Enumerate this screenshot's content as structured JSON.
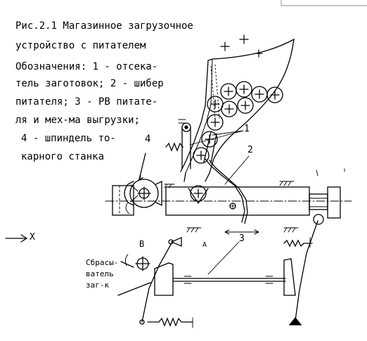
{
  "caption": {
    "title_line1": "Рис.2.1 Магазинное загрузочное",
    "title_line2": "устройство с питателем",
    "legend_lines": [
      "Обозначения: 1 - отсека-",
      "тель заготовок; 2 - шибер",
      "питателя; 3 - РВ питате-",
      "ля и мех-ма выгрузки;",
      "4 - шпиндель то-",
      "карного станка"
    ]
  },
  "callouts": {
    "one": "1",
    "two": "2",
    "three": "3",
    "four": "4",
    "x_axis": "X",
    "b": "B",
    "a": "A"
  },
  "ejector_label": [
    "Сбрасы-",
    "ватель",
    "заг-к"
  ]
}
